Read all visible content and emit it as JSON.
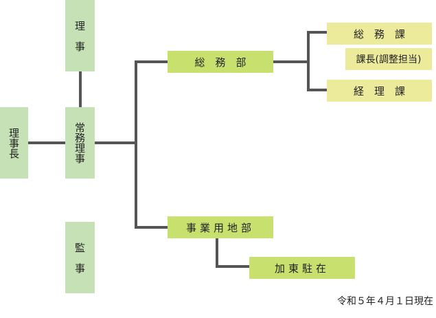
{
  "nodes": {
    "riji": "理　事",
    "rijicho": "理事長",
    "jomu_riji": "常務理事",
    "kanji": "監　事",
    "somubu": "総　務　部",
    "jigyo_yochibu": "事業用地部",
    "somuka": "総　務　課",
    "kacho_chosei": "課長(調整担当)",
    "keirika": "経　理　課",
    "kato_chuzai": "加東駐在"
  },
  "date_note": "令和５年４月１日現在",
  "colors": {
    "executive": "#c6e1b6",
    "department": "#c8e06e",
    "section": "#ebeb9b",
    "connector": "#555555"
  }
}
